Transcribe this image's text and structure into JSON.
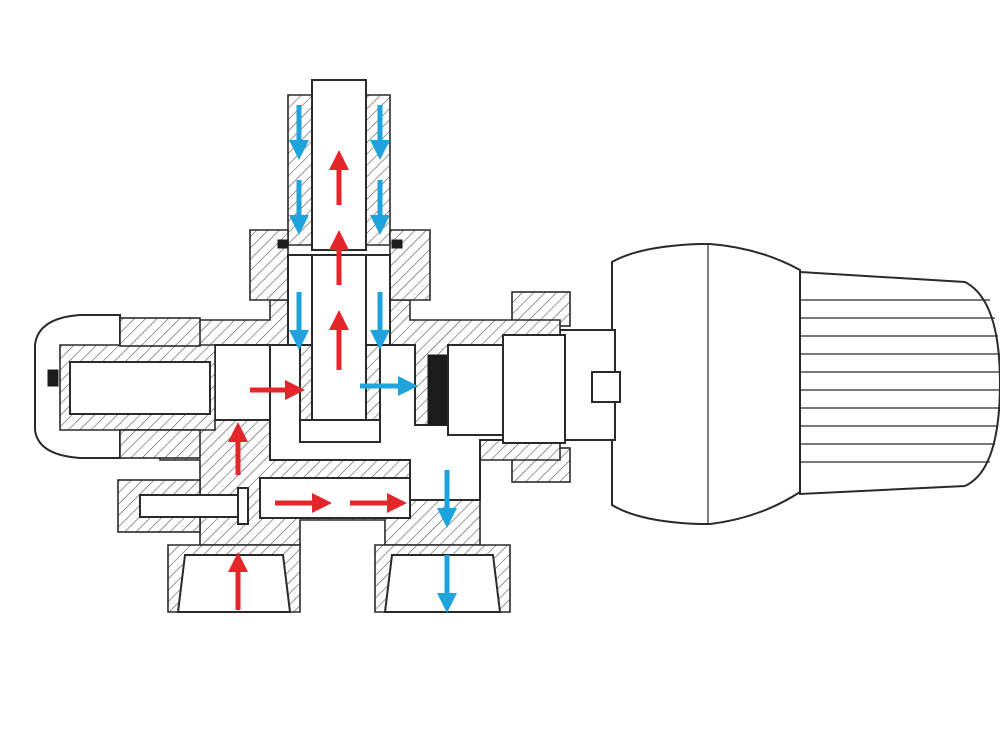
{
  "figure": {
    "caption": "",
    "colors": {
      "supply_flow": "#e4262b",
      "return_flow": "#1ea3dc",
      "outline": "#2a2a2a",
      "background": "#ffffff"
    },
    "components": [
      "left-valve-cap",
      "vertical-riser-pipe",
      "valve-body",
      "thermostatic-head",
      "left-connection-port",
      "right-connection-port",
      "bypass-screw"
    ]
  }
}
